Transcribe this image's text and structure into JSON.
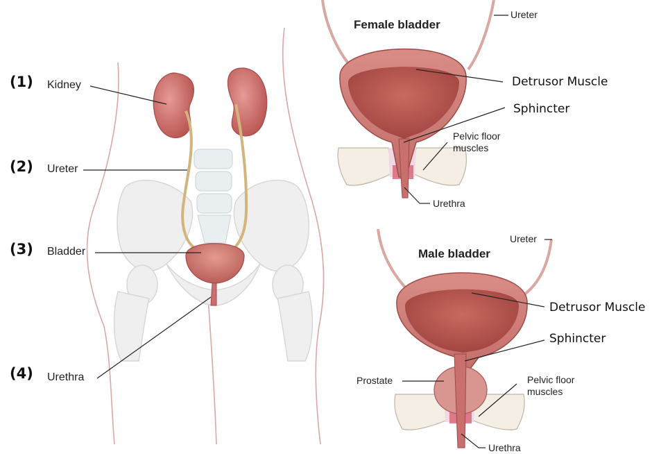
{
  "left": {
    "numbers": [
      "(1)",
      "(2)",
      "(3)",
      "(4)"
    ],
    "labels": {
      "kidney": "Kidney",
      "ureter": "Ureter",
      "bladder": "Bladder",
      "urethra": "Urethra"
    }
  },
  "female": {
    "title": "Female bladder",
    "ureter": "Ureter",
    "detrusor": "Detrusor Muscle",
    "sphincter": "Sphincter",
    "pelvic_floor_1": "Pelvic floor",
    "pelvic_floor_2": "muscles",
    "urethra": "Urethra"
  },
  "male": {
    "title": "Male bladder",
    "ureter": "Ureter",
    "detrusor": "Detrusor Muscle",
    "sphincter": "Sphincter",
    "prostate": "Prostate",
    "pelvic_floor_1": "Pelvic floor",
    "pelvic_floor_2": "muscles",
    "urethra": "Urethra"
  },
  "colors": {
    "organ": "#c9706e",
    "organ_dark": "#a84a4a",
    "bladder_inner": "#b4504c",
    "bone": "#ececec",
    "ureter_tube": "#d8c08e"
  }
}
